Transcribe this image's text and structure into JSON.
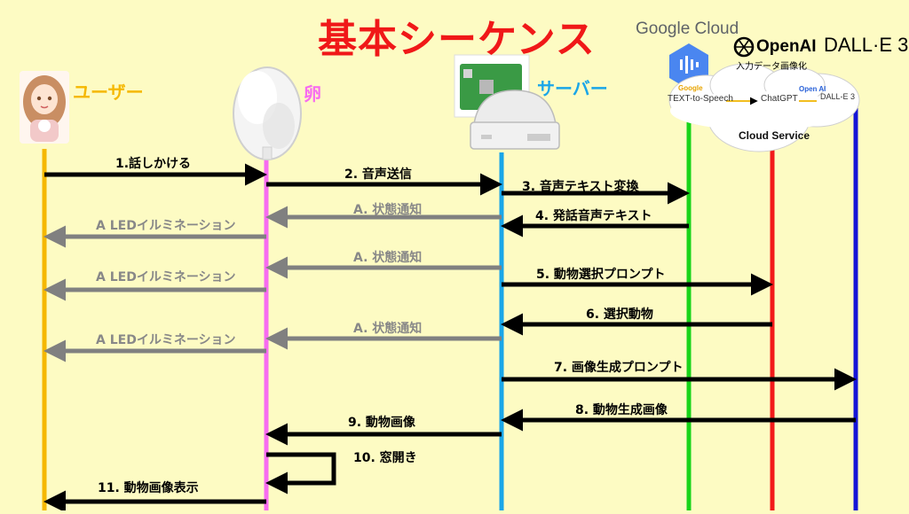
{
  "title": "基本シーケンス",
  "actors": {
    "user": "ユーザー",
    "egg": "卵",
    "server": "サーバー"
  },
  "logos": {
    "google_cloud": "Google Cloud",
    "openai": "OpenAI",
    "openai_caption": "入力データ画像化",
    "dalle": "DALL·E 3"
  },
  "cloud": {
    "google_mini": "Google",
    "tts": "TEXT-to-Speech",
    "chatgpt": "ChatGPT",
    "openai_mini": "Open AI",
    "dalle_mini": "DALL-E 3",
    "service": "Cloud Service"
  },
  "messages": [
    {
      "label": "1.話しかける"
    },
    {
      "label": "2. 音声送信"
    },
    {
      "label": "3. 音声テキスト変換"
    },
    {
      "label": "4. 発話音声テキスト"
    },
    {
      "label": "A. 状態通知"
    },
    {
      "label": "A LEDイルミネーション"
    },
    {
      "label": "A. 状態通知"
    },
    {
      "label": "5. 動物選択プロンプト"
    },
    {
      "label": "A LEDイルミネーション"
    },
    {
      "label": "6. 選択動物"
    },
    {
      "label": "A. 状態通知"
    },
    {
      "label": "A LEDイルミネーション"
    },
    {
      "label": "7. 画像生成プロンプト"
    },
    {
      "label": "8. 動物生成画像"
    },
    {
      "label": "9. 動物画像"
    },
    {
      "label": "10. 窓開き"
    },
    {
      "label": "11. 動物画像表示"
    }
  ],
  "colors": {
    "user_line": "#f5b800",
    "egg_line": "#f76cf0",
    "server_line": "#1aa6e8",
    "tts_line": "#19d419",
    "chatgpt_line": "#f21a1a",
    "dalle_line": "#1515d6",
    "arrow_main": "#000000",
    "arrow_status": "#808080"
  }
}
